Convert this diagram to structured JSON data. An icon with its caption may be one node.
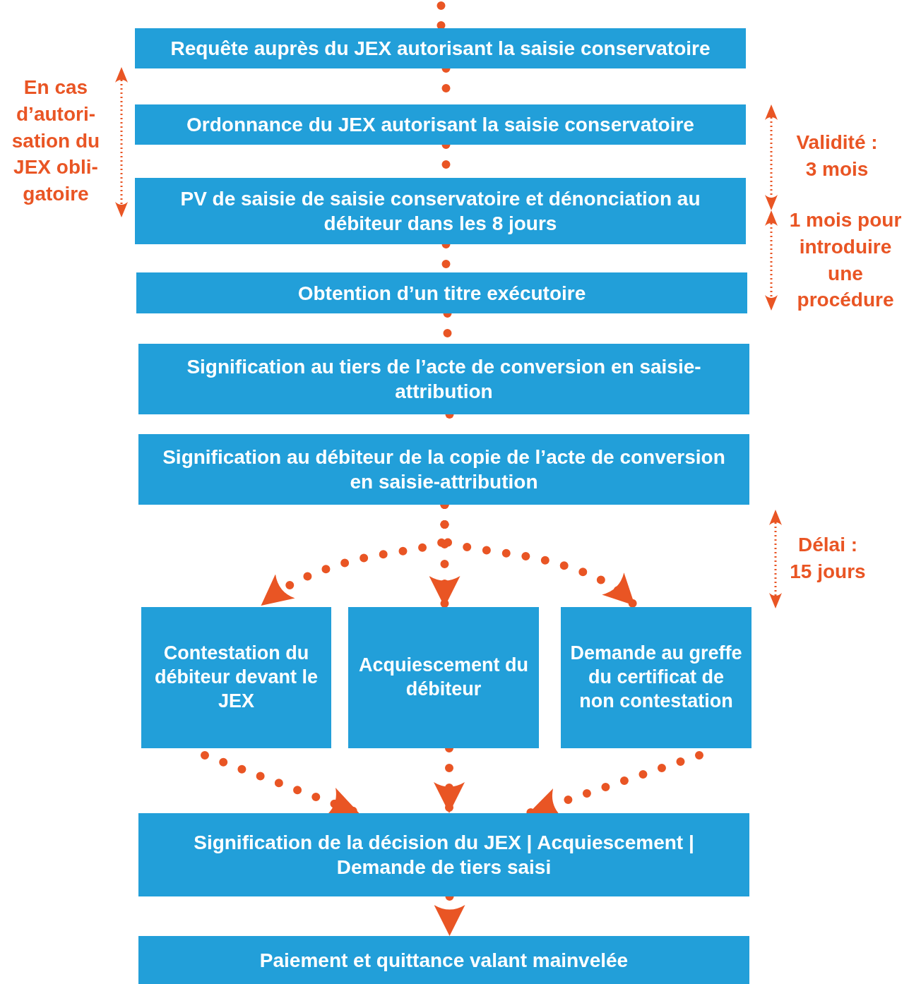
{
  "diagram": {
    "nodes": [
      {
        "text": [
          "Requête auprès du JEX autorisant la saisie conservatoire"
        ]
      },
      {
        "text": [
          "Ordonnance du JEX autorisant la saisie conservatoire"
        ]
      },
      {
        "text": [
          "PV de saisie de saisie conservatoire et dénonciation au débiteur dans les 8 jours"
        ]
      },
      {
        "text": [
          "Obtention d’un titre exécutoire"
        ]
      },
      {
        "text": [
          "Signification au tiers de l’acte de conversion en saisie-attribution"
        ]
      },
      {
        "text": [
          "Signification au débiteur de la copie de l’acte de conversion en saisie-attribution"
        ]
      },
      {
        "text": [
          "Contestation du débiteur devant le JEX"
        ]
      },
      {
        "text": [
          "Acquiescement du débiteur"
        ]
      },
      {
        "text": [
          "Demande au greffe du certificat de non contestation"
        ]
      },
      {
        "text": [
          "Signification de la décision du JEX | Acquiescement | Demande de tiers saisi"
        ]
      },
      {
        "text": [
          "Paiement et quittance valant mainvelée"
        ]
      }
    ],
    "edges": [
      {
        "from": null,
        "to": 0,
        "arrow": "none"
      },
      {
        "from": 0,
        "to": 1,
        "arrow": "none"
      },
      {
        "from": 1,
        "to": 2,
        "arrow": "none"
      },
      {
        "from": 2,
        "to": 3,
        "arrow": "none"
      },
      {
        "from": 3,
        "to": 4,
        "arrow": "none"
      },
      {
        "from": 4,
        "to": 5,
        "arrow": "none"
      },
      {
        "from": 5,
        "to": 6,
        "arrow": "to"
      },
      {
        "from": 5,
        "to": 7,
        "arrow": "to"
      },
      {
        "from": 5,
        "to": 8,
        "arrow": "to"
      },
      {
        "from": 6,
        "to": 9,
        "arrow": "to"
      },
      {
        "from": 7,
        "to": 9,
        "arrow": "to"
      },
      {
        "from": 8,
        "to": 9,
        "arrow": "to"
      },
      {
        "from": 9,
        "to": 10,
        "arrow": "to"
      }
    ],
    "labels": [
      "En cas d’autori- sation du JEX obli- gatoire",
      "Validité : 3 mois",
      "1 mois pour introduire une procédure",
      "Délai : 15 jours"
    ]
  }
}
